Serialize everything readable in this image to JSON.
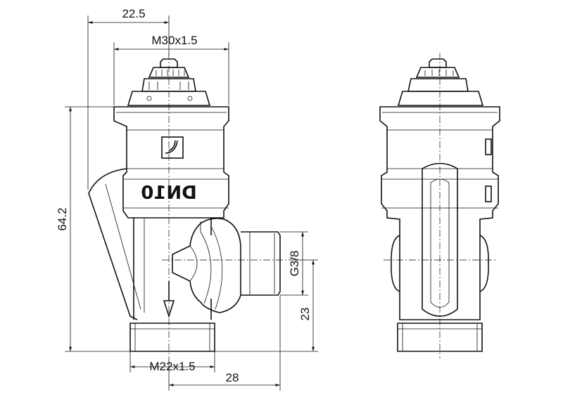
{
  "dimensions": {
    "offset_top": "22.5",
    "top_thread": "M30x1.5",
    "height": "64.2",
    "side_thread": "G3/8",
    "side_height": "23",
    "bottom_thread": "M22x1.5",
    "side_length": "28"
  },
  "body_marking": "DN10",
  "colors": {
    "line": "#111111",
    "background": "#ffffff"
  }
}
